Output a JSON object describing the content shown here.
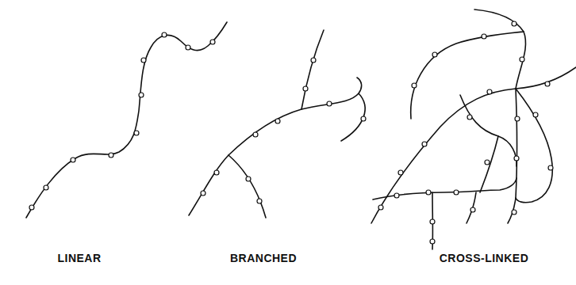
{
  "diagram": {
    "labels": [
      "LINEAR",
      "BRANCHED",
      "CROSS-LINKED"
    ]
  }
}
